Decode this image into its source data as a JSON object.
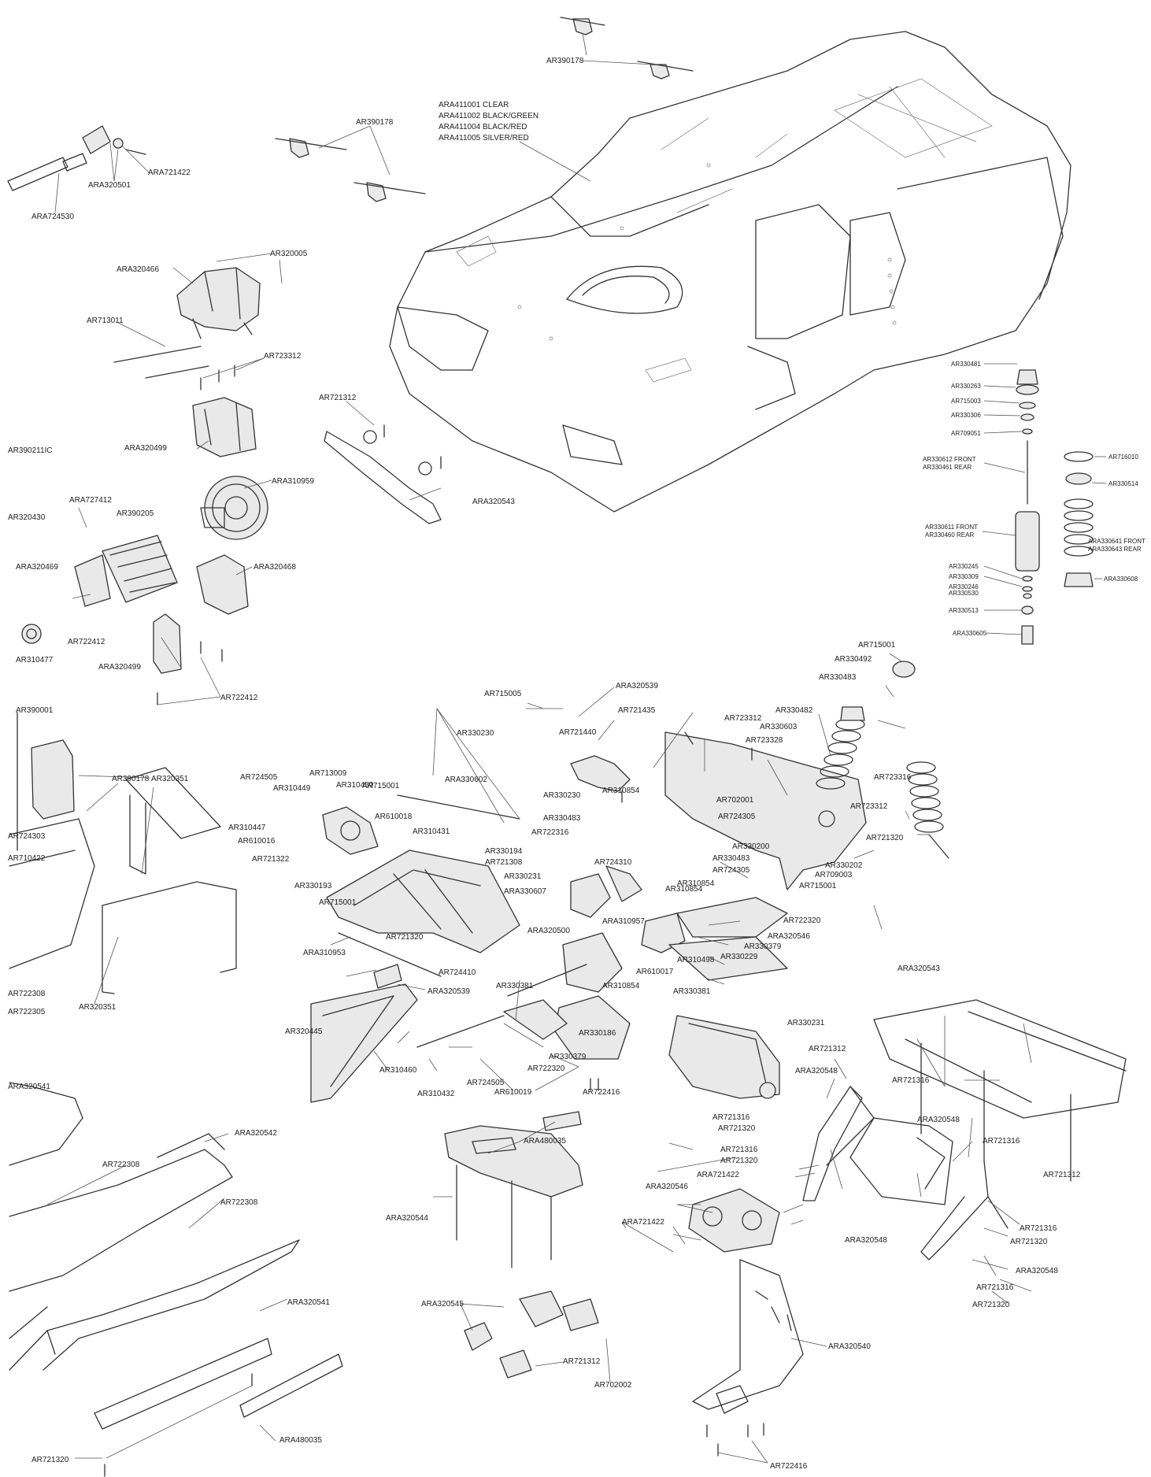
{
  "labels": {
    "ar390178_a": "AR390178",
    "ar390178_b": "AR390178",
    "ar390178_c": "AR390178",
    "body_clear": "ARA411001 CLEAR",
    "body_bg": "ARA411002 BLACK/GREEN",
    "body_br": "ARA411004 BLACK/RED",
    "body_sr": "ARA411005 SILVER/RED",
    "ara320501": "ARA320501",
    "ara721422_a": "ARA721422",
    "ara724530": "ARA724530",
    "ara320466": "ARA320466",
    "ar320005": "AR320005",
    "ar713011": "AR713011",
    "ar723312_a": "AR723312",
    "ara320499_a": "ARA320499",
    "ar390211ic": "AR390211IC",
    "ar721312_a": "AR721312",
    "ara320543_a": "ARA320543",
    "ara310959": "ARA310959",
    "ar320430": "AR320430",
    "ara727412": "ARA727412",
    "ar390205": "AR390205",
    "ara320469": "ARA320469",
    "ara320468": "ARA320468",
    "ar722412_a": "AR722412",
    "ar310477": "AR310477",
    "ara320499_b": "ARA320499",
    "ar722412_b": "AR722412",
    "ar390001": "AR390001",
    "ar320351_a": "AR320351",
    "ar724303": "AR724303",
    "ar710422": "AR710422",
    "ar722308_a": "AR722308",
    "ar722305": "AR722305",
    "ar320351_b": "AR320351",
    "ar724505_a": "AR724505",
    "ar310449": "AR310449",
    "ar713009": "AR713009",
    "ar310450": "AR310450",
    "ar715001_a": "AR715001",
    "ar310447": "AR310447",
    "ar610016": "AR610016",
    "ar610018": "AR610018",
    "ar721322": "AR721322",
    "ar310431": "AR310431",
    "ar330193": "AR330193",
    "ar330194": "AR330194",
    "ar721308": "AR721308",
    "ar330231_a": "AR330231",
    "ara330607": "ARA330607",
    "ar330230_a": "AR330230",
    "ara330602": "ARA330602",
    "ar715005": "AR715005",
    "ara320539_a": "ARA320539",
    "ar721435": "AR721435",
    "ar721440": "AR721440",
    "ar330230_b": "AR330230",
    "ar310854_a": "AR310854",
    "ar330483_a": "AR330483",
    "ar722316": "AR722316",
    "ar724310": "AR724310",
    "ar715001_b": "AR715001",
    "ar721320_a": "AR721320",
    "ara310953": "ARA310953",
    "ar724410": "AR724410",
    "ar330381_a": "AR330381",
    "ara320500": "ARA320500",
    "ara310957": "ARA310957",
    "ar310854_b": "AR310854",
    "ar310498": "AR310498",
    "ar610017": "AR610017",
    "ar310854_c": "AR310854",
    "ar330381_b": "AR330381",
    "ara320539_b": "ARA320539",
    "ar320445": "AR320445",
    "ar310460": "AR310460",
    "ar310432": "AR310432",
    "ar724505_b": "AR724505",
    "ar610019": "AR610019",
    "ar722320_a": "AR722320",
    "ar330379_a": "AR330379",
    "ar330186": "AR330186",
    "ar722416_a": "AR722416",
    "ar723312_b": "AR723312",
    "ar723328": "AR723328",
    "ar330482": "AR330482",
    "ar330603": "AR330603",
    "ar702001_a": "AR702001",
    "ar724305_a": "AR724305",
    "ar330200": "AR330200",
    "ar330483_b": "AR330483",
    "ar724305_b": "AR724305",
    "ar310854_d": "AR310854",
    "ar722320_b": "AR722320",
    "ara320546_a": "ARA320546",
    "ar330379_b": "AR330379",
    "ar330229": "AR330229",
    "ar715001_c": "AR715001",
    "ar330492": "AR330492",
    "ar330483_c": "AR330483",
    "ar723316_a": "AR723316",
    "ar723312_c": "AR723312",
    "ar721320_b": "AR721320",
    "ar330202": "AR330202",
    "ar709003": "AR709003",
    "ar715001_d": "AR715001",
    "ar330231_b": "AR330231",
    "ara320543_b": "ARA320543",
    "ar721312_b": "AR721312",
    "ar721316_a": "AR721316",
    "ara320548_a": "ARA320548",
    "ara320548_b": "ARA320548",
    "ar721316_b": "AR721316",
    "ar721320_c": "AR721320",
    "ar721316_c": "AR721316",
    "ar721320_d": "AR721320",
    "ar721316_d": "AR721316",
    "ar721312_c": "AR721312",
    "ara320548_c": "ARA320548",
    "ar721316_e": "AR721316",
    "ar721320_e": "AR721320",
    "ara320548_d": "ARA320548",
    "ar721316_f": "AR721316",
    "ar721320_f": "AR721320",
    "ara320541_a": "ARA320541",
    "ara320542": "ARA320542",
    "ar722308_b": "AR722308",
    "ar722308_c": "AR722308",
    "ara320541_b": "ARA320541",
    "ara480035_a": "ARA480035",
    "ar721320_g": "AR721320",
    "ara480035_b": "ARA480035",
    "ara320544": "ARA320544",
    "ara320546_b": "ARA320546",
    "ara721422_b": "ARA721422",
    "ara721422_c": "ARA721422",
    "ara320545": "ARA320545",
    "ar721312_d": "AR721312",
    "ar702002": "AR702002",
    "ara320540": "ARA320540",
    "ar722416_b": "AR722416",
    "shock": {
      "s1": "AR330481",
      "s2": "AR330263",
      "s3": "AR715003",
      "s4": "AR330306",
      "s5": "AR709051",
      "s6a": "AR330612 FRONT",
      "s6b": "AR330461 REAR",
      "s7": "AR716010",
      "s8": "AR330514",
      "s9a": "AR330611 FRONT",
      "s9b": "AR330460 REAR",
      "s10a": "ARA330641 FRONT",
      "s10b": "ARA330643 REAR",
      "s11": "AR330245",
      "s12": "AR330309",
      "s13": "AR330246",
      "s14": "AR330530",
      "s15": "AR330513",
      "s16": "ARA330608",
      "s17": "ARA330605"
    }
  }
}
